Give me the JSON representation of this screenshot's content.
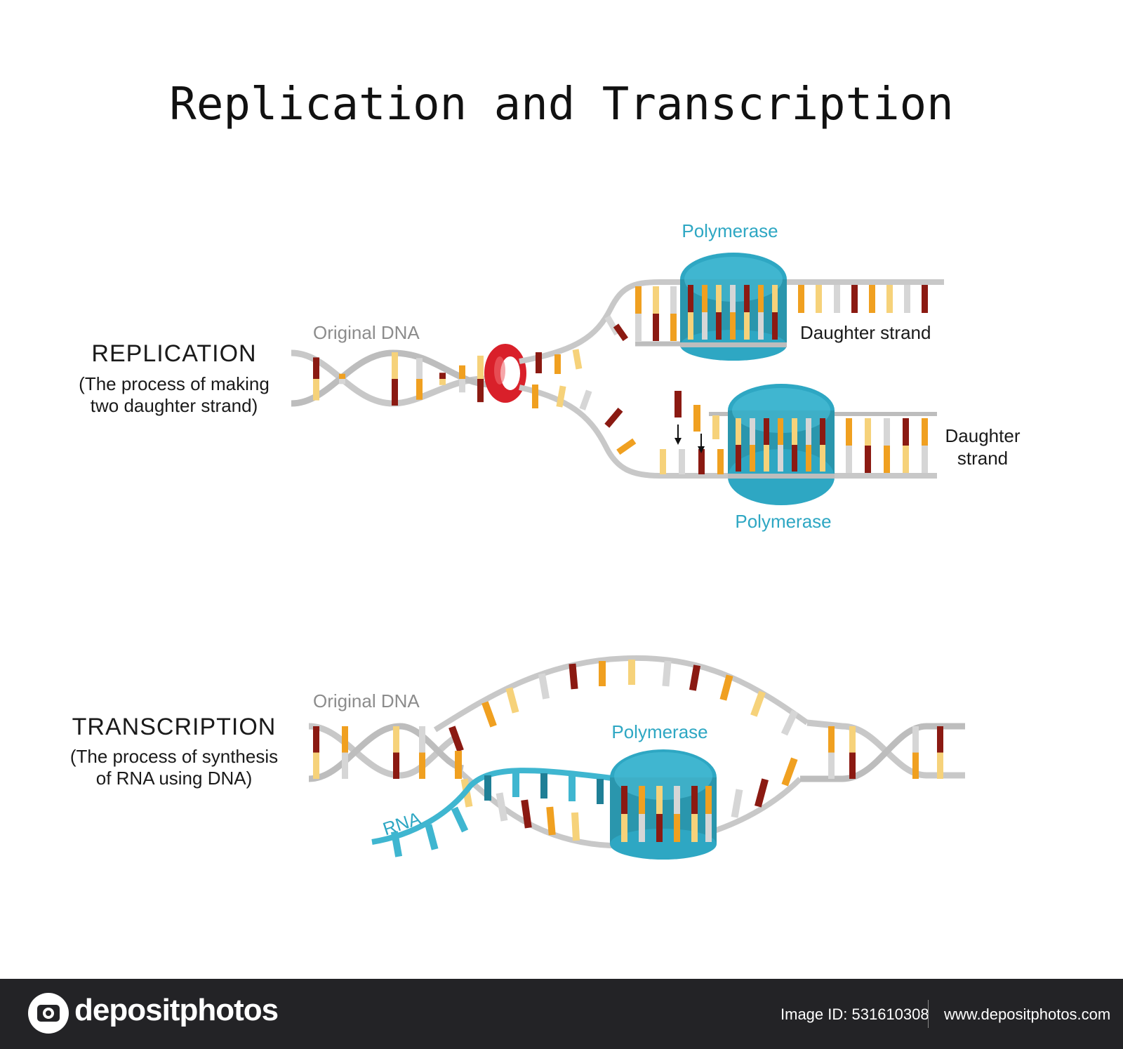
{
  "title": "Replication and Transcription",
  "replication": {
    "heading": "REPLICATION",
    "subtitle_line1": "(The process of making",
    "subtitle_line2": "two daughter strand)",
    "original_dna_label": "Original DNA",
    "polymerase_top_label": "Polymerase",
    "polymerase_bottom_label": "Polymerase",
    "daughter_strand_top": "Daughter strand",
    "daughter_strand_bottom_line1": "Daughter",
    "daughter_strand_bottom_line2": "strand"
  },
  "transcription": {
    "heading": "TRANSCRIPTION",
    "subtitle_line1": "(The process of synthesis",
    "subtitle_line2": "of RNA using DNA)",
    "original_dna_label": "Original DNA",
    "polymerase_label": "Polymerase",
    "rna_label": "RNA"
  },
  "colors": {
    "backbone": "#c8c8c8",
    "base_dark_red": "#8b1a12",
    "base_orange": "#f0a020",
    "base_light_yellow": "#f6d27a",
    "base_grey": "#d6d6d6",
    "polymerase": "#2ea7c3",
    "helicase": "#d9202a",
    "rna": "#3fb6d0"
  },
  "footer": {
    "brand": "depositphotos",
    "image_id": "Image ID: 531610308",
    "url": "www.depositphotos.com"
  }
}
